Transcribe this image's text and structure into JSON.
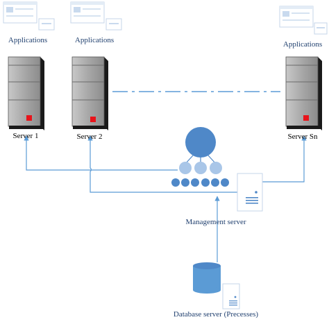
{
  "labels": {
    "app1": "Applications",
    "app2": "Applications",
    "app3": "Applications",
    "server1": "Server 1",
    "server2": "Server 2",
    "server3": "Server Sn",
    "management": "Management server",
    "database": "Database server (Precesses)"
  },
  "colors": {
    "line": "#5b9bd5",
    "node_dark": "#4f88c8",
    "node_light": "#a9c6e8",
    "rack_front": "#a6a6a6",
    "rack_side": "#1a1a1a",
    "led": "#e8141b",
    "label_blue": "#1f3f6e"
  }
}
